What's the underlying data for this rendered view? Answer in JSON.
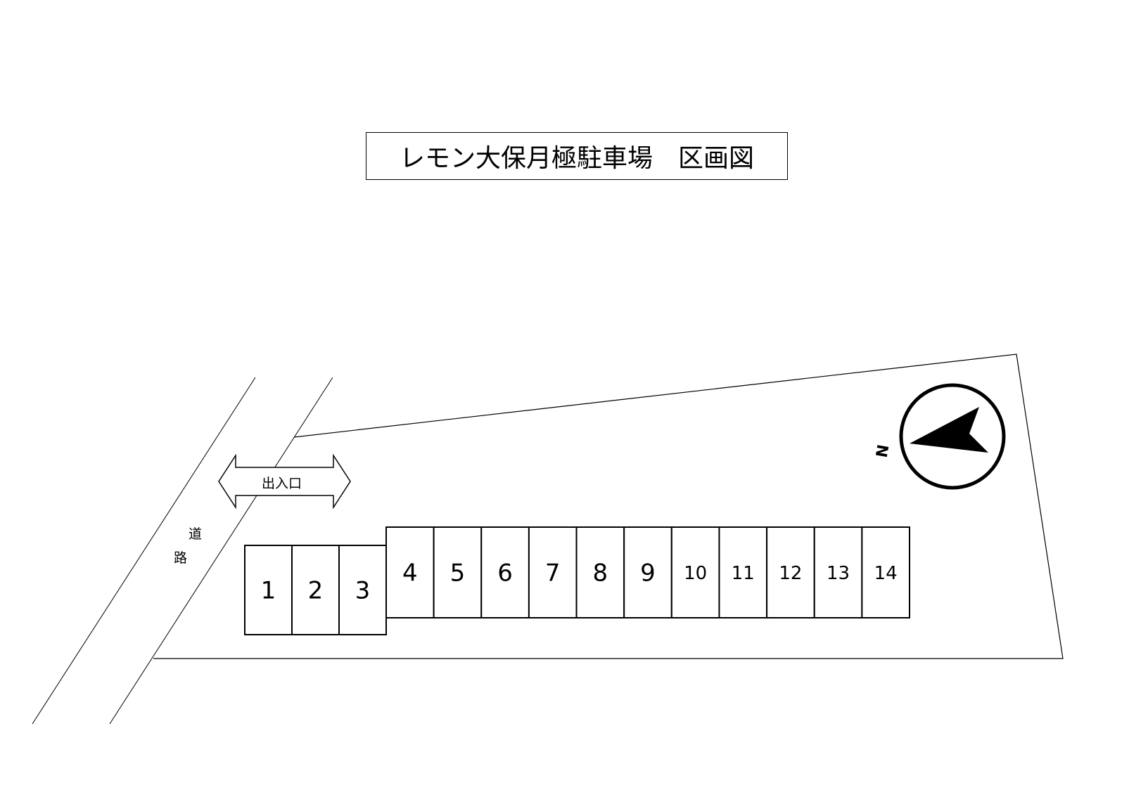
{
  "title": "レモン大保月極駐車場　区画図",
  "entrance_label": "出入口",
  "road_label": [
    "道",
    "路"
  ],
  "compass": {
    "label": "N",
    "icon": "north-arrow-icon"
  },
  "spaces_front": [
    "1",
    "2",
    "3"
  ],
  "spaces_back": [
    "4",
    "5",
    "6",
    "7",
    "8",
    "9",
    "10",
    "11",
    "12",
    "13",
    "14"
  ]
}
